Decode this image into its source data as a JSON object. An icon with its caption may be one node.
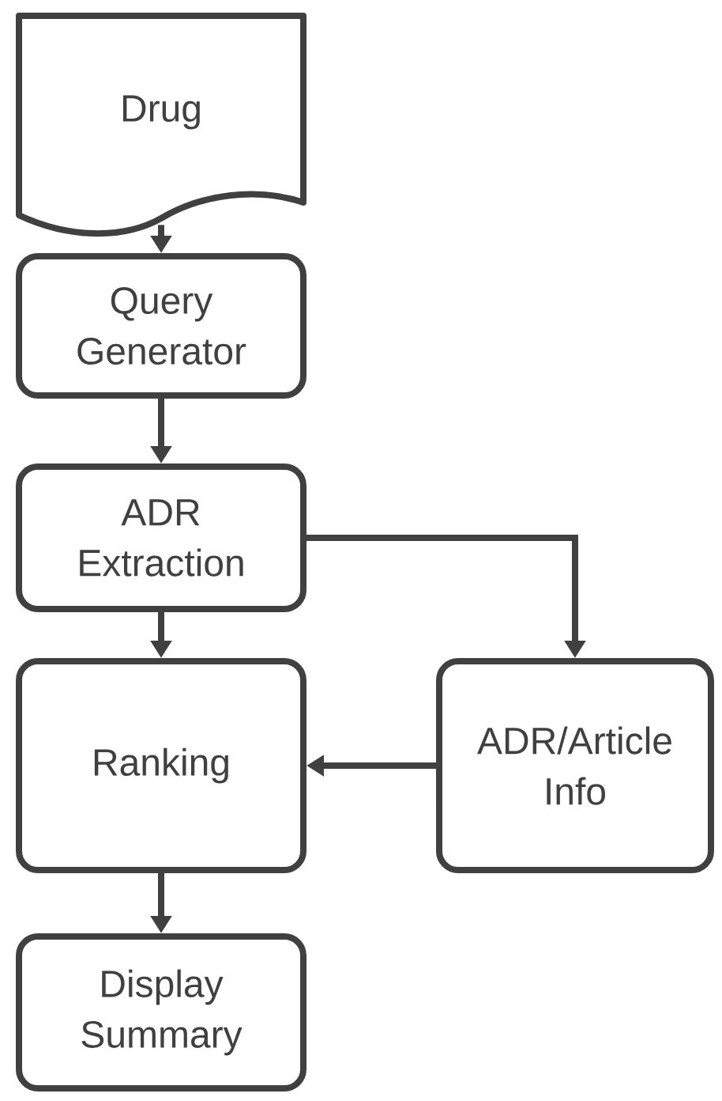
{
  "diagram": {
    "nodes": [
      {
        "text": [
          "Drug"
        ]
      },
      {
        "text": [
          "Query Generator"
        ]
      },
      {
        "text": [
          "ADR Extraction"
        ]
      },
      {
        "text": [
          "Ranking"
        ]
      },
      {
        "text": [
          "ADR/Article Info"
        ]
      },
      {
        "text": [
          "Display Summary"
        ]
      }
    ],
    "edges": [
      {
        "from": 0,
        "to": 1,
        "arrow": "to"
      },
      {
        "from": 1,
        "to": 2,
        "arrow": "to"
      },
      {
        "from": 2,
        "to": 3,
        "arrow": "to"
      },
      {
        "from": 2,
        "to": 4,
        "arrow": "to"
      },
      {
        "from": 4,
        "to": 3,
        "arrow": "to"
      },
      {
        "from": 3,
        "to": 5,
        "arrow": "to"
      }
    ]
  }
}
